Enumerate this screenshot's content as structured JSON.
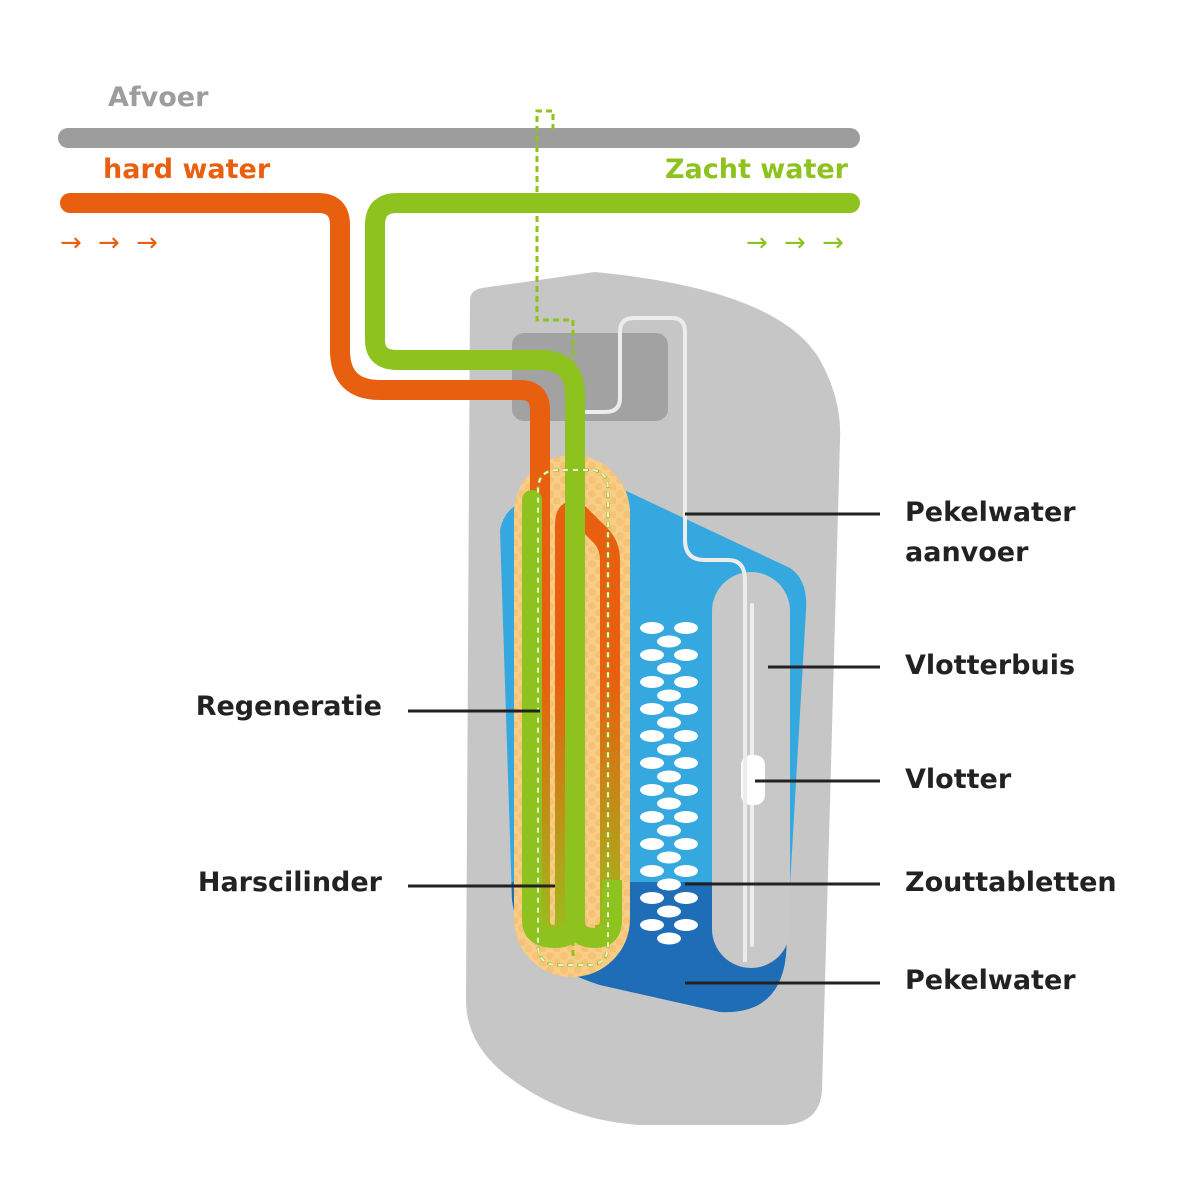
{
  "pipes": {
    "drain_label": "Afvoer",
    "hard_label": "hard water",
    "soft_label": "Zacht water",
    "hard_arrows": "→ → →",
    "soft_arrows": "→ → →"
  },
  "labels": {
    "brine_supply": "Pekelwater\naanvoer",
    "float_tube": "Vlotterbuis",
    "float": "Vlotter",
    "salt_tablets": "Zouttabletten",
    "brine": "Pekelwater",
    "regeneration": "Regeneratie",
    "resin_cylinder": "Harscilinder"
  },
  "colors": {
    "drain": "#9d9d9d",
    "hard": "#e8600f",
    "soft": "#8dc21f",
    "housing": "#c6c6c6",
    "valve": "#a2a2a2",
    "water": "#35a8e0",
    "brine": "#1f6db6",
    "resin": "#f8cd86"
  }
}
